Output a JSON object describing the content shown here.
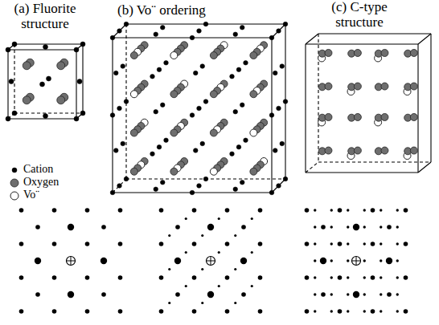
{
  "diagram": {
    "labels": [
      "(a) Fluorite structure",
      "(b) Vo¨ ordering",
      "(c) C-type structure"
    ],
    "legend": [
      {
        "text": "Cation"
      },
      {
        "text": "Oxygen"
      },
      {
        "text": "Vo¨"
      }
    ]
  }
}
